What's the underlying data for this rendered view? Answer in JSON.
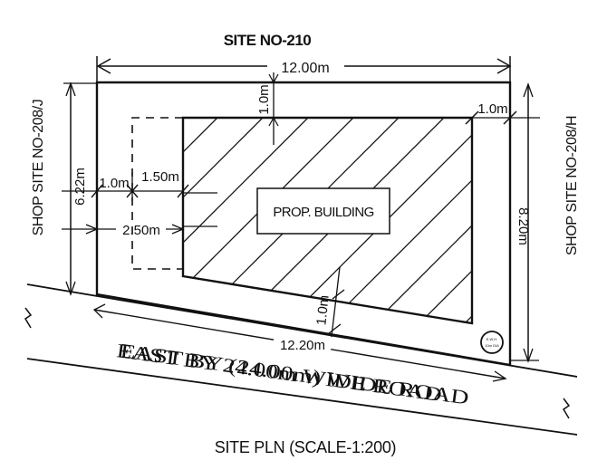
{
  "labels": {
    "north": "SITE NO-210",
    "west": "SHOP SITE NO-208/J",
    "east": "SHOP SITE NO-208/H",
    "caption": "SITE PLN (SCALE-1:200)",
    "building": "PROP. BUILDING",
    "road_a": "EAST BY 24.00m WIDE ROAD",
    "road_b": "EAST BY (24.00m) WIDE ROAD",
    "stamp_line1": "E.W.H.",
    "stamp_line2": "10m DIA"
  },
  "dimensions": {
    "top_width": "12.00m",
    "top_setback": "1.0m",
    "right_setback": "1.0m",
    "left_depth": "6.22m",
    "right_depth": "8.20m",
    "left_setback_1": "1.0m",
    "left_setback_2": "1.50m",
    "left_setback_3": "2.50m",
    "bottom_setback": "1.0m",
    "bottom_width": "12.20m"
  },
  "colors": {
    "ink": "#111111",
    "paper": "#ffffff"
  }
}
